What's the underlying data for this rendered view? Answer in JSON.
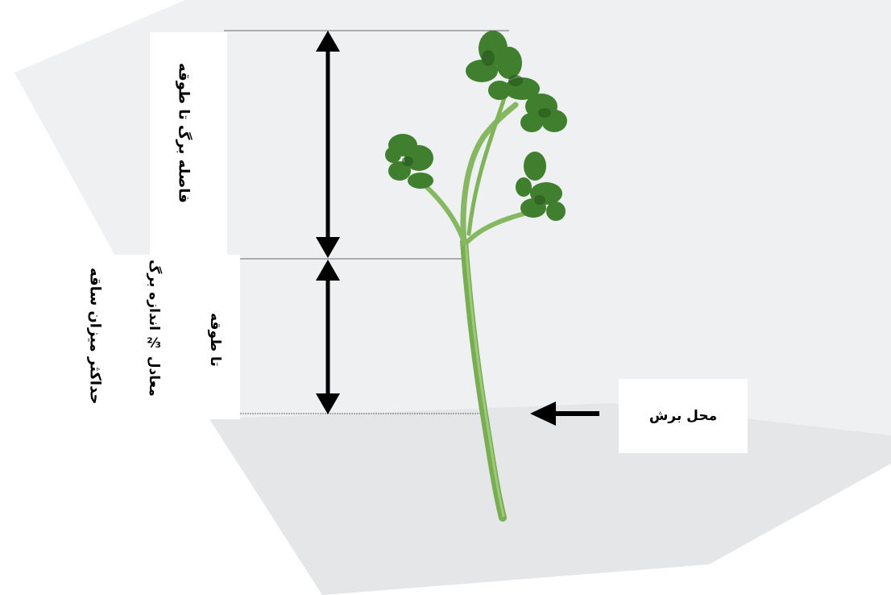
{
  "labels": {
    "upper_distance": "فاصله برگ تا طوقه",
    "lower_line1": "معادل ⅔ اندازه برگ",
    "lower_line2": "تا طوقه",
    "max_stem": "حداکثر میزان ساقه",
    "cut_point": "محل برش"
  },
  "icons": {
    "upper_arrow": "double-headed-arrow-icon",
    "lower_arrow": "double-headed-arrow-icon",
    "cut_arrow": "left-arrow-icon"
  },
  "colors": {
    "background": "#ffffff",
    "paper": "#eef0f1",
    "paper_shadow": "#d9dcdf",
    "stem": "#7fb45a",
    "stem_dark": "#5e9442",
    "leaf": "#3f7f2e",
    "leaf_dark": "#2a5b1e",
    "arrow": "#000000",
    "guide_line": "#6a6a6a"
  }
}
